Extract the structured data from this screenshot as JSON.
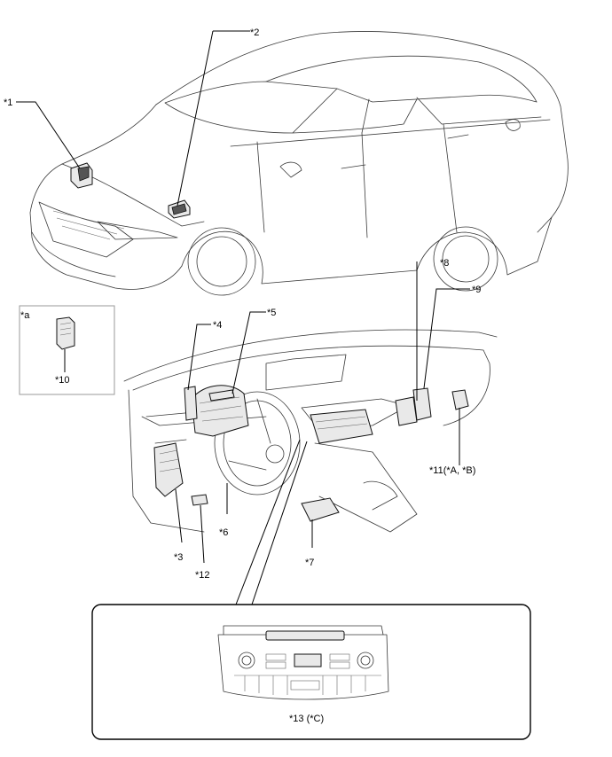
{
  "callouts": {
    "p1": "*1",
    "p2": "*2",
    "p3": "*3",
    "p4": "*4",
    "p5": "*5",
    "p6": "*6",
    "p7": "*7",
    "p8": "*8",
    "p9": "*9",
    "p10": "*10",
    "p11": "*11(*A, *B)",
    "p12": "*12",
    "p13": "*13 (*C)",
    "inset_a": "*a"
  }
}
